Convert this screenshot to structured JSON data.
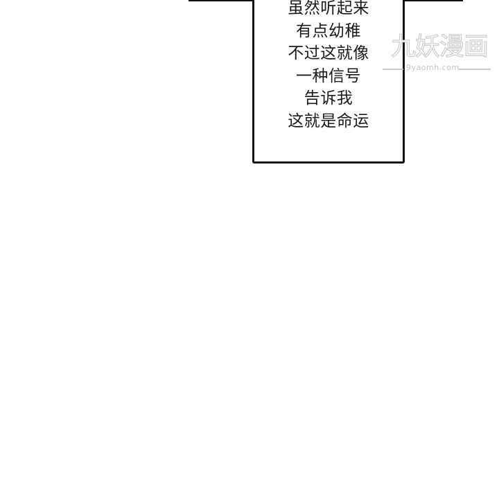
{
  "speech_box": {
    "lines": [
      "虽然听起来",
      "有点幼稚",
      "不过这就像",
      "一种信号",
      "告诉我",
      "这就是命运"
    ]
  },
  "watermark": {
    "brand": "九妖漫画",
    "url": "9yaomh.com"
  }
}
